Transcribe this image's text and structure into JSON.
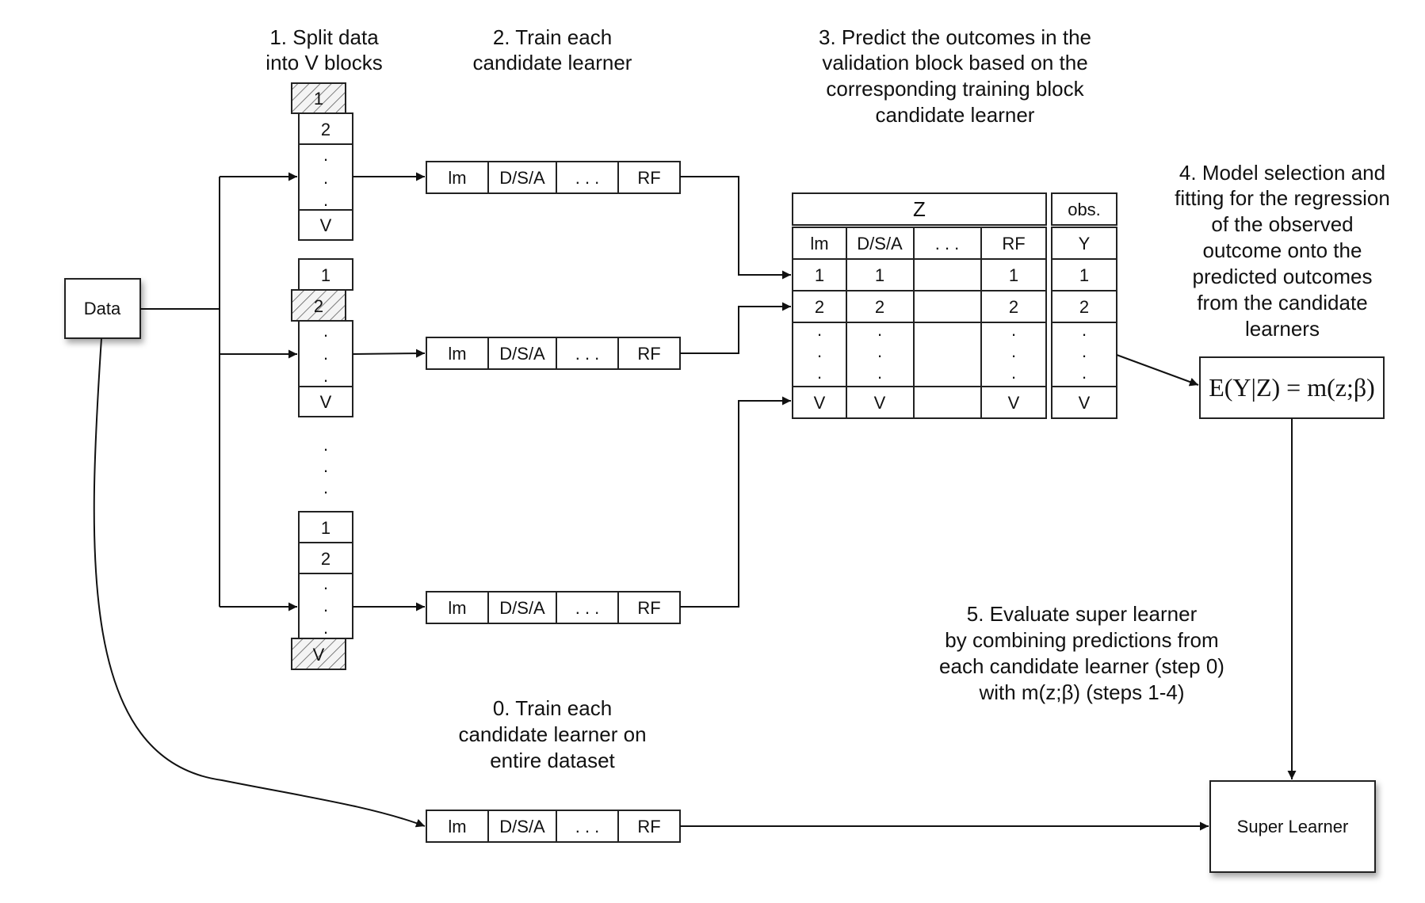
{
  "steps": {
    "s1": [
      "1. Split data",
      "into V blocks"
    ],
    "s2": [
      "2. Train each",
      "candidate learner"
    ],
    "s3": [
      "3. Predict the outcomes in the",
      "validation block based on the",
      "corresponding training block",
      "candidate learner"
    ],
    "s4": [
      "4. Model selection and",
      "fitting for the regression",
      "of the observed",
      "outcome onto the",
      "predicted outcomes",
      "from the candidate",
      "learners"
    ],
    "s5": [
      "5. Evaluate super learner",
      "by combining predictions from",
      "each candidate learner (step 0)",
      "with m(z;β) (steps 1-4)"
    ],
    "s0": [
      "0. Train each",
      "candidate learner on",
      "entire dataset"
    ]
  },
  "nodes": {
    "data": "Data",
    "super_learner": "Super Learner",
    "formula": "E(Y|Z) = m(z;β)"
  },
  "learners": [
    "lm",
    "D/S/A",
    ". . .",
    "RF"
  ],
  "blocks": {
    "one": "1",
    "two": "2",
    "v": "V",
    "dot": "."
  },
  "table": {
    "z_header": "Z",
    "obs_header": "obs.",
    "columns": [
      "lm",
      "D/S/A",
      ". . .",
      "RF"
    ],
    "obs_column": "Y",
    "rows": [
      [
        "1",
        "1",
        "",
        "1",
        "1"
      ],
      [
        "2",
        "2",
        "",
        "2",
        "2"
      ],
      [
        "V",
        "V",
        "",
        "V",
        "V"
      ]
    ]
  }
}
